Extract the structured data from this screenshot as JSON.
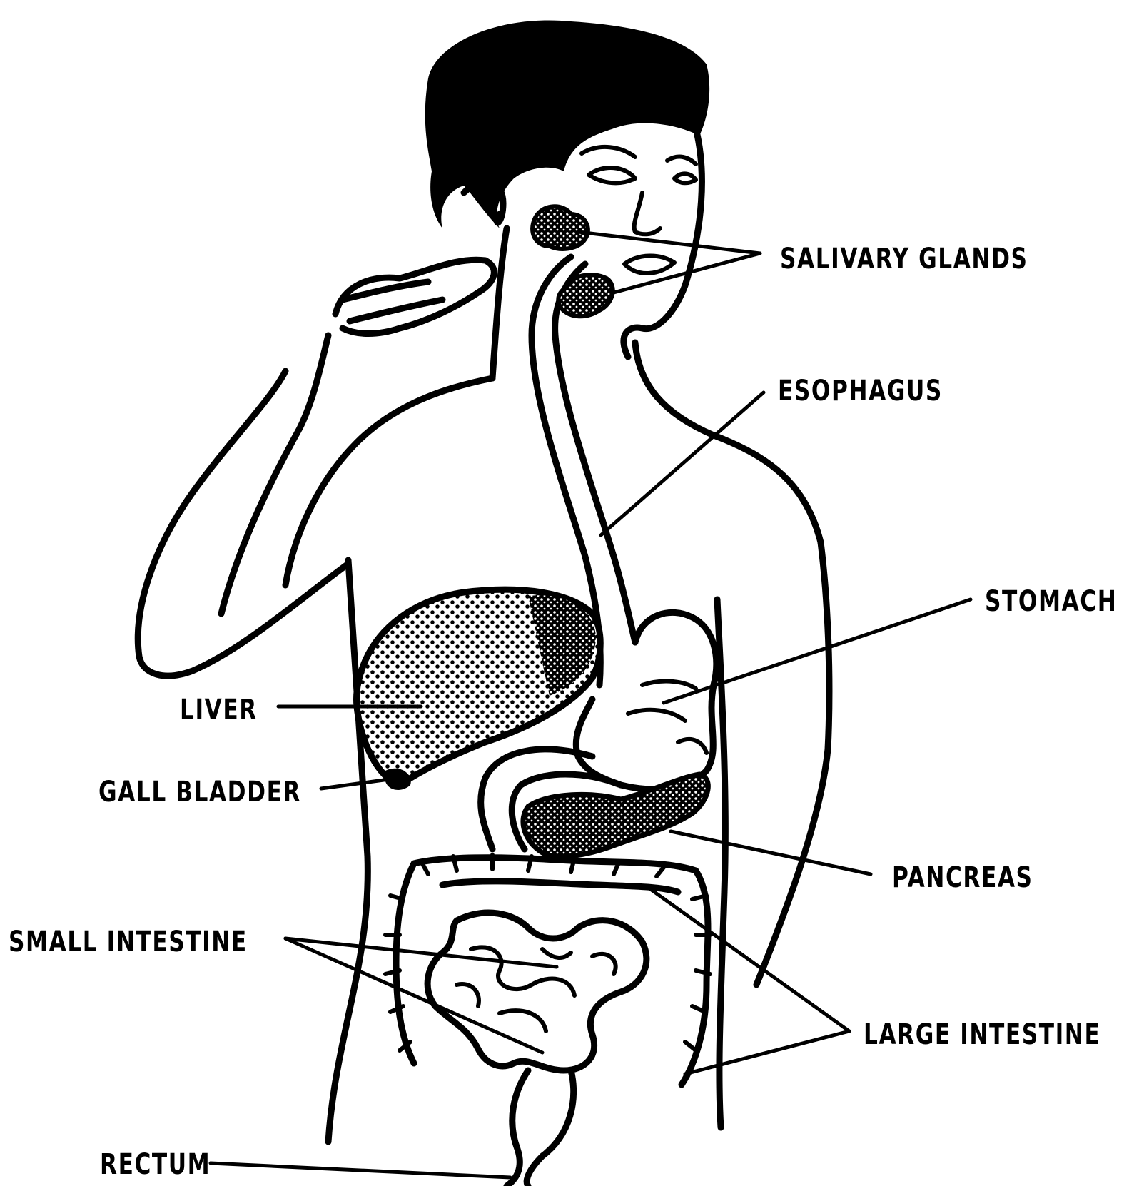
{
  "labels": {
    "salivary_glands": "SALIVARY GLANDS",
    "esophagus": "ESOPHAGUS",
    "stomach": "STOMACH",
    "liver": "LIVER",
    "gall_bladder": "GALL BLADDER",
    "pancreas": "PANCREAS",
    "small_intestine": "SMALL INTESTINE",
    "large_intestine": "LARGE INTESTINE",
    "rectum": "RECTUM"
  },
  "colors": {
    "ink": "#000000",
    "paper": "#ffffff"
  }
}
